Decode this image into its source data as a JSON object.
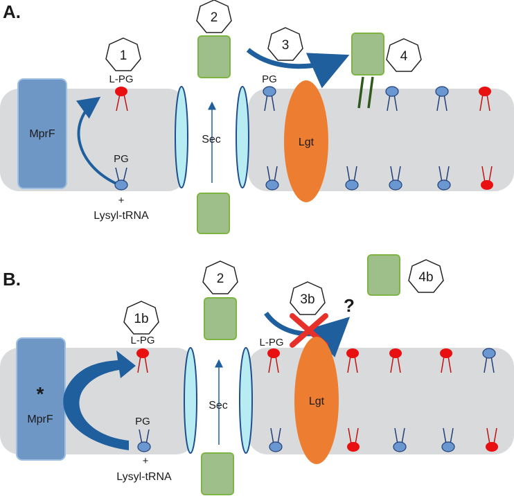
{
  "panel_a": {
    "title": "A.",
    "enzyme": "MprF",
    "channel": "Sec",
    "lgt": "Lgt",
    "steps": [
      "1",
      "2",
      "3",
      "4"
    ],
    "lpg_label": "L-PG",
    "pg_label": "PG",
    "pg_outer_label": "PG",
    "plus": "+",
    "lysyl": "Lysyl-tRNA"
  },
  "panel_b": {
    "title": "B.",
    "enzyme": "MprF",
    "asterisk": "*",
    "channel": "Sec",
    "lgt": "Lgt",
    "steps": [
      "1b",
      "2",
      "3b",
      "4b"
    ],
    "lpg_label": "L-PG",
    "pg_label": "PG",
    "lpg_outer_label": "L-PG",
    "plus": "+",
    "lysyl": "Lysyl-tRNA",
    "question": "?"
  },
  "colors": {
    "membrane": "#d9dadc",
    "mprf_fill": "#6f97c6",
    "mprf_stroke": "#9ec0e3",
    "protein_fill": "#9fbf8a",
    "protein_stroke": "#7db542",
    "lgt_fill": "#ed7d31",
    "channel_fill": "#b7ecf3",
    "channel_stroke": "#1f4e8c",
    "pg_fill": "#6a97cf",
    "pg_stroke": "#1f3e78",
    "lpg_fill": "#e81010",
    "arrow": "#1f5f9e",
    "x_mark": "#e8302a",
    "anchor": "#2e5a1e"
  }
}
